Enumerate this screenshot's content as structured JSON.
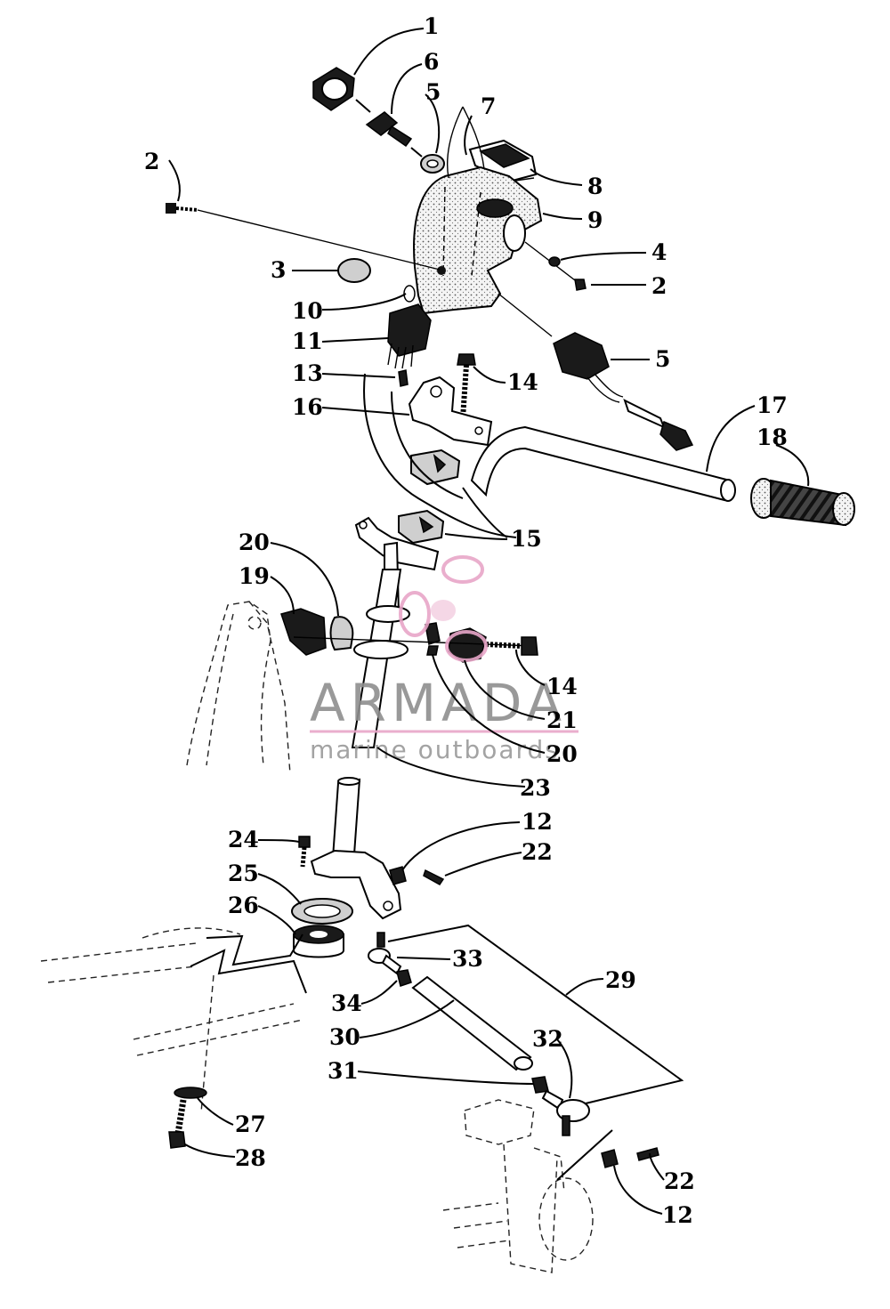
{
  "diagram": {
    "labels": [
      "1",
      "2",
      "3",
      "4",
      "5",
      "6",
      "7",
      "8",
      "9",
      "10",
      "11",
      "12",
      "13",
      "14",
      "15",
      "16",
      "17",
      "18",
      "19",
      "20",
      "21",
      "22",
      "23",
      "24",
      "25",
      "26",
      "27",
      "28",
      "29",
      "30",
      "31",
      "32",
      "33",
      "34"
    ],
    "callouts": [
      {
        "id": "c1",
        "text": "1"
      },
      {
        "id": "c6",
        "text": "6"
      },
      {
        "id": "c5a",
        "text": "5"
      },
      {
        "id": "c7",
        "text": "7"
      },
      {
        "id": "c2a",
        "text": "2"
      },
      {
        "id": "c8",
        "text": "8"
      },
      {
        "id": "c9",
        "text": "9"
      },
      {
        "id": "c4",
        "text": "4"
      },
      {
        "id": "c3",
        "text": "3"
      },
      {
        "id": "c2b",
        "text": "2"
      },
      {
        "id": "c10",
        "text": "10"
      },
      {
        "id": "c11",
        "text": "11"
      },
      {
        "id": "c5b",
        "text": "5"
      },
      {
        "id": "c13",
        "text": "13"
      },
      {
        "id": "c14a",
        "text": "14"
      },
      {
        "id": "c16",
        "text": "16"
      },
      {
        "id": "c17",
        "text": "17"
      },
      {
        "id": "c18",
        "text": "18"
      },
      {
        "id": "c15",
        "text": "15"
      },
      {
        "id": "c20a",
        "text": "20"
      },
      {
        "id": "c19",
        "text": "19"
      },
      {
        "id": "c14b",
        "text": "14"
      },
      {
        "id": "c21",
        "text": "21"
      },
      {
        "id": "c20b",
        "text": "20"
      },
      {
        "id": "c23",
        "text": "23"
      },
      {
        "id": "c12a",
        "text": "12"
      },
      {
        "id": "c24",
        "text": "24"
      },
      {
        "id": "c22a",
        "text": "22"
      },
      {
        "id": "c25",
        "text": "25"
      },
      {
        "id": "c26",
        "text": "26"
      },
      {
        "id": "c33",
        "text": "33"
      },
      {
        "id": "c29",
        "text": "29"
      },
      {
        "id": "c34",
        "text": "34"
      },
      {
        "id": "c30",
        "text": "30"
      },
      {
        "id": "c32",
        "text": "32"
      },
      {
        "id": "c31",
        "text": "31"
      },
      {
        "id": "c27",
        "text": "27"
      },
      {
        "id": "c28",
        "text": "28"
      },
      {
        "id": "c22b",
        "text": "22"
      },
      {
        "id": "c12b",
        "text": "12"
      }
    ]
  },
  "watermark": {
    "title": "ARMADA",
    "subtitle": "marine outboards",
    "accent_color": "#e8a6c8",
    "text_color": "#8e8e8e"
  },
  "colors": {
    "ink": "#000000",
    "background": "#ffffff"
  }
}
